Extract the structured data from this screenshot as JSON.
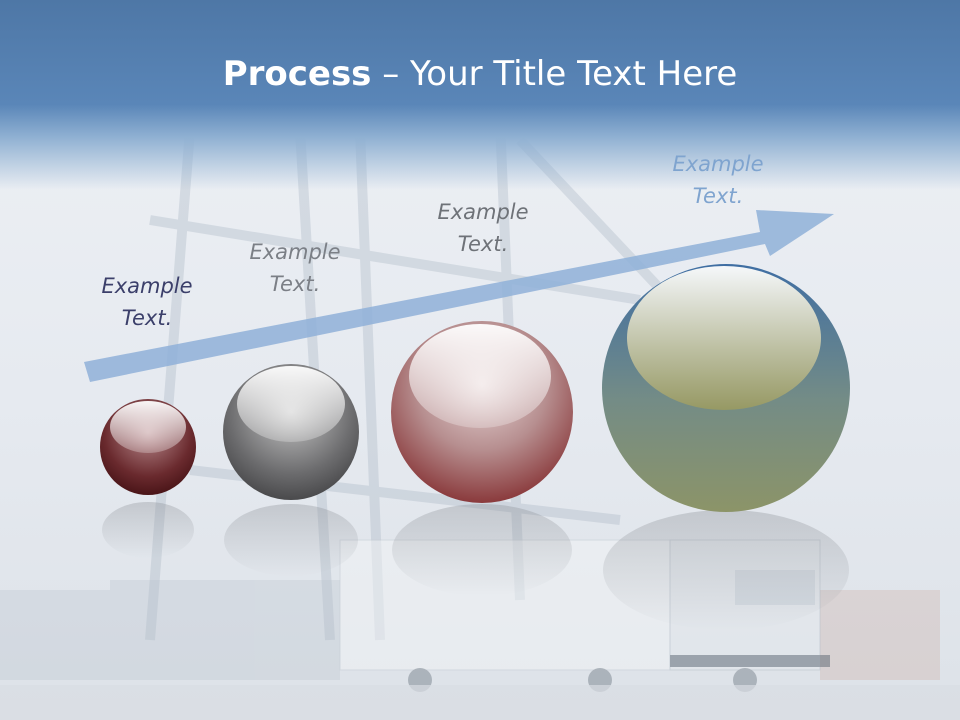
{
  "title": {
    "bold": "Process",
    "rest": " – Your Title Text Here"
  },
  "steps": [
    {
      "line1": "Example",
      "line2": "Text."
    },
    {
      "line1": "Example",
      "line2": "Text."
    },
    {
      "line1": "Example",
      "line2": "Text."
    },
    {
      "line1": "Example",
      "line2": "Text."
    }
  ],
  "colors": {
    "header": "#5a86b8",
    "arrow": "#8fb0d8",
    "sphere1": "#5a1a1e",
    "sphere2": "#5c5c5e",
    "sphere3": "#8a3a3c",
    "sphere4": "#7a8a60"
  }
}
